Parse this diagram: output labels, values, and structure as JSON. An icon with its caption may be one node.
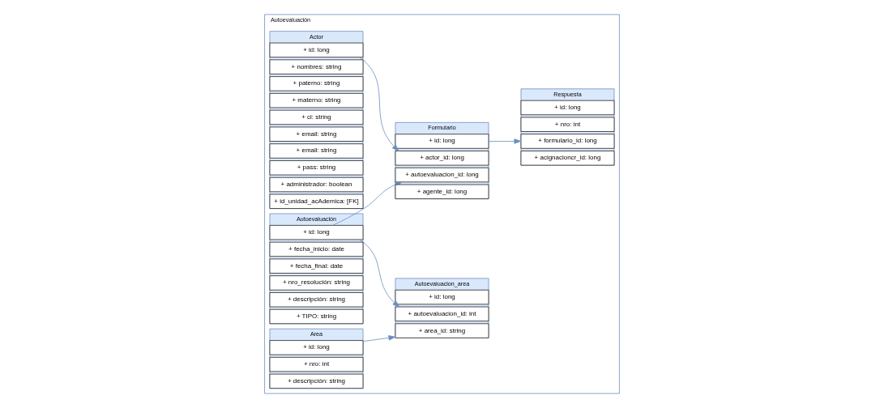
{
  "diagram": {
    "nodes": [
      {
        "text": [
          "Autoevaluación"
        ]
      },
      {
        "text": [
          "Autoevaluacion_area"
        ],
        "in": 0
      },
      {
        "text": [
          "+ id: long"
        ],
        "in": 1
      },
      {
        "text": [
          "+ autoevaluacion_id: int"
        ],
        "in": 1
      },
      {
        "text": [
          "+ area_id: string"
        ],
        "in": 1
      },
      {
        "text": [
          "Autoevaluación"
        ],
        "in": 0
      },
      {
        "text": [
          "+ id: long"
        ],
        "in": 5
      },
      {
        "text": [
          "+ fecha_inicio: date"
        ],
        "in": 5
      },
      {
        "text": [
          "+ fecha_final: date"
        ],
        "in": 5
      },
      {
        "text": [
          "+ nro_resolución: string"
        ],
        "in": 5
      },
      {
        "text": [
          "+ descripción: string"
        ],
        "in": 5
      },
      {
        "text": [
          "+ TIPO: string"
        ],
        "in": 5
      },
      {
        "text": [
          "Formulario"
        ],
        "in": 0
      },
      {
        "text": [
          "+ id: long"
        ],
        "in": 12
      },
      {
        "text": [
          "+ autoevaluacion_id: long"
        ],
        "in": 12
      },
      {
        "text": [
          "+ actor_id: long"
        ],
        "in": 12
      },
      {
        "text": [
          "+ agente_id: long"
        ],
        "in": 12
      },
      {
        "text": [
          "Actor"
        ],
        "in": 0
      },
      {
        "text": [
          "+ id: long"
        ],
        "in": 17
      },
      {
        "text": [
          "+ nombres: string"
        ],
        "in": 17
      },
      {
        "text": [
          "+ paterno: string"
        ],
        "in": 17
      },
      {
        "text": [
          "+ materno: string"
        ],
        "in": 17
      },
      {
        "text": [
          "+ ci: string"
        ],
        "in": 17
      },
      {
        "text": [
          "+ email: string"
        ],
        "in": 17
      },
      {
        "text": [
          "+ email: string"
        ],
        "in": 17
      },
      {
        "text": [
          "+ pass: string"
        ],
        "in": 17
      },
      {
        "text": [
          "+ administrador: boolean"
        ],
        "in": 17
      },
      {
        "text": [
          "+ id_unidad_acAdemica: [FK]"
        ],
        "in": 17
      },
      {
        "text": [
          "Area"
        ],
        "in": 0
      },
      {
        "text": [
          "+ id: long"
        ],
        "in": 28
      },
      {
        "text": [
          "+ nro: int"
        ],
        "in": 28
      },
      {
        "text": [
          "+ descripción: string"
        ],
        "in": 28
      },
      {
        "text": [
          "Respuesta"
        ],
        "in": 0
      },
      {
        "text": [
          "+ id: long"
        ],
        "in": 32
      },
      {
        "text": [
          "+ nro: int"
        ],
        "in": 32
      },
      {
        "text": [
          "+ formulario_id: long"
        ],
        "in": 32
      },
      {
        "text": [
          "+ acignacioncr_id: long"
        ],
        "in": 32
      }
    ],
    "edges": [
      {
        "from": 6,
        "to": 3,
        "arrow": "to"
      },
      {
        "from": 6,
        "to": 14,
        "arrow": "to"
      },
      {
        "from": 29,
        "to": 4,
        "arrow": "to"
      },
      {
        "from": 18,
        "to": 15,
        "arrow": "to"
      },
      {
        "from": 13,
        "to": 35,
        "arrow": "to"
      }
    ]
  }
}
